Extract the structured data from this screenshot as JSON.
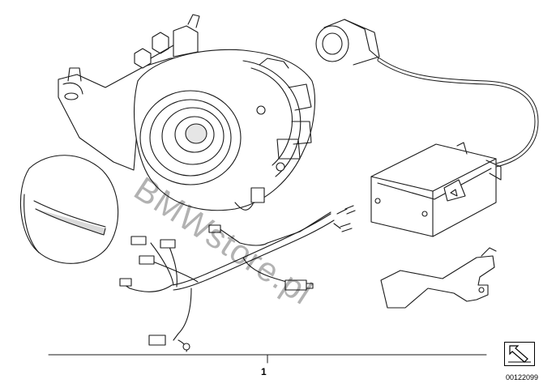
{
  "diagram": {
    "callout_label": "1",
    "watermark": "BMWstore.pl",
    "image_number": "00122099",
    "icons": {
      "navigation": "arrow-pointer-icon"
    },
    "colors": {
      "line": "#1a1a1a",
      "fill": "#ffffff",
      "shade": "#d9d9d9"
    }
  }
}
